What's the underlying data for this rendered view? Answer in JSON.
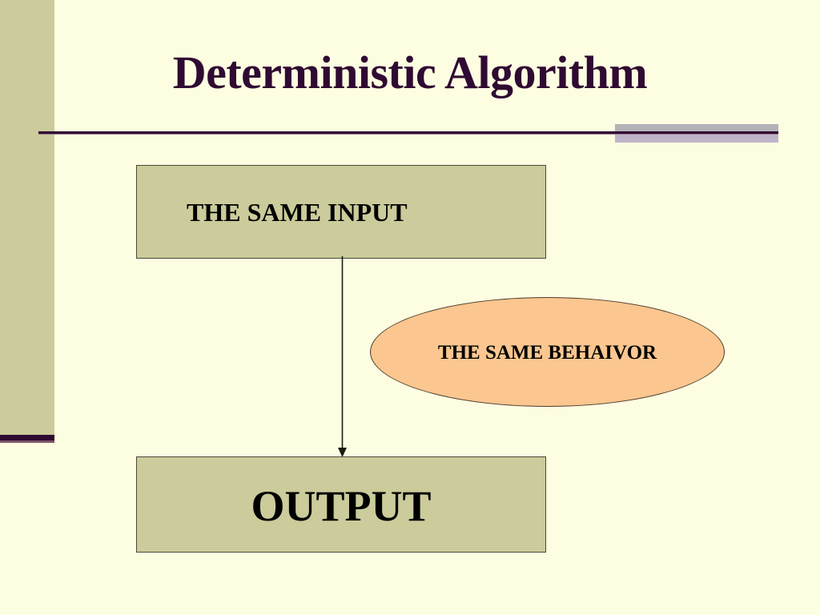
{
  "slide": {
    "title": "Deterministic Algorithm",
    "background_color": "#fdfde1",
    "title_color": "#2f0a32",
    "accent_band_color": "#cbcb9b"
  },
  "diagram": {
    "type": "flowchart",
    "nodes": [
      {
        "id": "input",
        "shape": "rectangle",
        "label": "THE SAME INPUT",
        "fill_color": "#cbcb9b",
        "border_color": "#4a4a3a",
        "text_color": "#000000"
      },
      {
        "id": "behavior",
        "shape": "ellipse",
        "label": "THE SAME BEHAIVOR",
        "fill_color": "#fbc68f",
        "border_color": "#4a3a2a",
        "text_color": "#000000"
      },
      {
        "id": "output",
        "shape": "rectangle",
        "label": "OUTPUT",
        "fill_color": "#cbcb9b",
        "border_color": "#4a4a3a",
        "text_color": "#000000"
      }
    ],
    "edges": [
      {
        "id": "input-to-output",
        "from": "input",
        "to": "output",
        "arrowhead": "solid-triangle",
        "color": "#1a1a10"
      }
    ]
  },
  "decor": {
    "rule_color": "#2f0a32",
    "grey_block_color": "#b2b2b7",
    "lavender_block_color": "#bfb4c9"
  }
}
